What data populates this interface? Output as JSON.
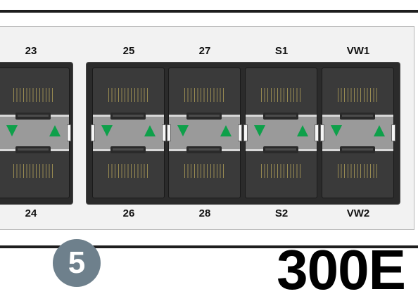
{
  "ports": {
    "top_labels": [
      "23",
      "25",
      "27",
      "S1",
      "VW1"
    ],
    "bottom_labels": [
      "24",
      "26",
      "28",
      "S2",
      "VW2"
    ]
  },
  "badge": {
    "number": "5"
  },
  "model": {
    "name": "300E"
  },
  "colors": {
    "led": "#0ea04a",
    "badge": "#6e808c",
    "port_body": "#3a3a3a",
    "chassis": "#f2f2f2"
  }
}
